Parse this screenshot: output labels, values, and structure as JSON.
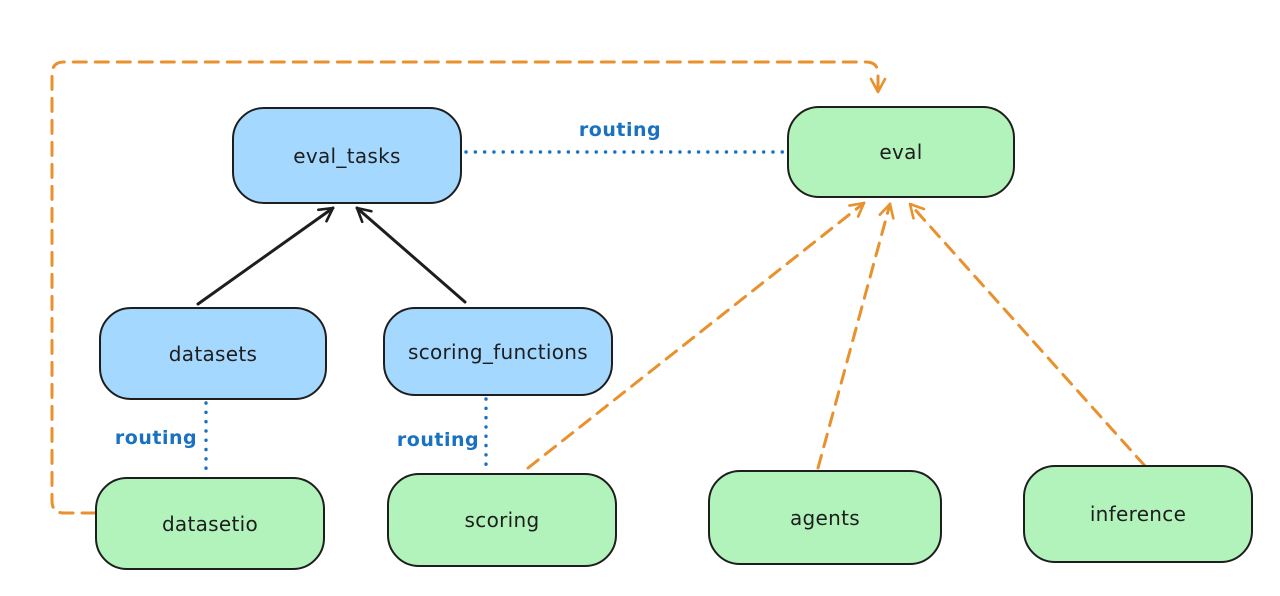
{
  "diagram": {
    "background": "#ffffff",
    "colors": {
      "blue_node_fill": "#a5d8ff",
      "green_node_fill": "#b2f2bb",
      "node_stroke": "#1e1e1e",
      "orange_edge": "#e8912d",
      "routing_blue": "#1971c2",
      "black_edge": "#1e1e1e"
    },
    "nodes": [
      {
        "id": "eval_tasks",
        "label": "eval_tasks",
        "fill": "blue"
      },
      {
        "id": "eval",
        "label": "eval",
        "fill": "green"
      },
      {
        "id": "datasets",
        "label": "datasets",
        "fill": "blue"
      },
      {
        "id": "scoring_functions",
        "label": "scoring_functions",
        "fill": "blue"
      },
      {
        "id": "datasetio",
        "label": "datasetio",
        "fill": "green"
      },
      {
        "id": "scoring",
        "label": "scoring",
        "fill": "green"
      },
      {
        "id": "agents",
        "label": "agents",
        "fill": "green"
      },
      {
        "id": "inference",
        "label": "inference",
        "fill": "green"
      }
    ],
    "edges": [
      {
        "from": "datasets",
        "to": "eval_tasks",
        "style": "solid",
        "color": "black",
        "arrow": true,
        "label": ""
      },
      {
        "from": "scoring_functions",
        "to": "eval_tasks",
        "style": "solid",
        "color": "black",
        "arrow": true,
        "label": ""
      },
      {
        "from": "eval_tasks",
        "to": "eval",
        "style": "dotted",
        "color": "blue",
        "arrow": false,
        "label": "routing"
      },
      {
        "from": "datasets",
        "to": "datasetio",
        "style": "dotted",
        "color": "blue",
        "arrow": false,
        "label": "routing"
      },
      {
        "from": "scoring_functions",
        "to": "scoring",
        "style": "dotted",
        "color": "blue",
        "arrow": false,
        "label": "routing"
      },
      {
        "from": "datasetio",
        "to": "eval",
        "style": "dashed",
        "color": "orange",
        "arrow": true,
        "label": ""
      },
      {
        "from": "scoring",
        "to": "eval",
        "style": "dashed",
        "color": "orange",
        "arrow": true,
        "label": ""
      },
      {
        "from": "agents",
        "to": "eval",
        "style": "dashed",
        "color": "orange",
        "arrow": true,
        "label": ""
      },
      {
        "from": "inference",
        "to": "eval",
        "style": "dashed",
        "color": "orange",
        "arrow": true,
        "label": ""
      }
    ]
  }
}
